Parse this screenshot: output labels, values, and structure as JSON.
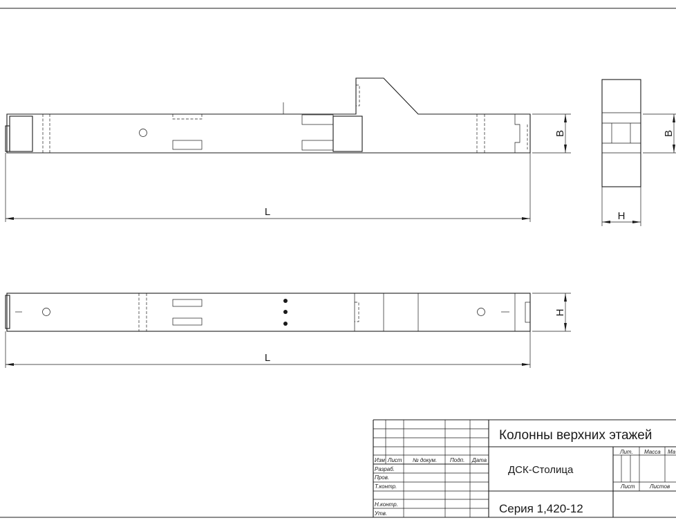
{
  "drawing": {
    "front_view": {
      "length_label": "L",
      "width_label": "B"
    },
    "side_view": {
      "height_label": "H",
      "width_label": "B"
    },
    "plan_view": {
      "length_label": "L",
      "height_label": "H"
    }
  },
  "title_block": {
    "columns": {
      "change": "Изм",
      "sheet": "Лист",
      "document": "№ докум.",
      "signature": "Подп.",
      "date": "Дата"
    },
    "roles": [
      "Разраб.",
      "Пров.",
      "Т.контр.",
      "Н.контр.",
      "Утв."
    ],
    "title": "Колонны верхних этажей",
    "organization": "ДСК-Столица",
    "series": "Серия 1,420-12",
    "letter_label": "Лит.",
    "mass_label": "Масса",
    "scale_label": "Ма",
    "sheet_label": "Лист",
    "sheets_label": "Листов"
  },
  "colors": {
    "line": "#1a1a1a",
    "background": "#ffffff"
  }
}
